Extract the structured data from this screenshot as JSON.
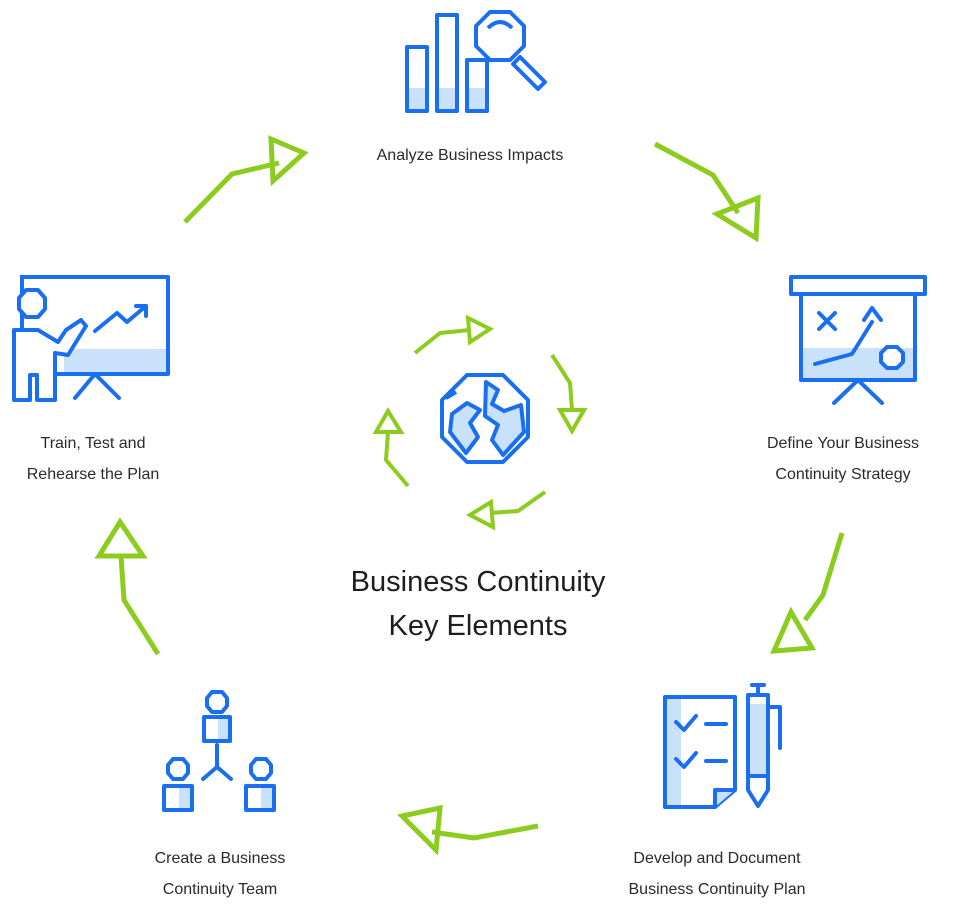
{
  "colors": {
    "icon_blue": "#1a6ff0",
    "icon_fill": "#c9e1fb",
    "arrow_green": "#8ccc1e"
  },
  "center": {
    "line1": "Business Continuity",
    "line2": "Key Elements",
    "icon": "globe-icon"
  },
  "steps": [
    {
      "icon": "bar-chart-magnifier-icon",
      "lines": [
        "Analyze Business Impacts"
      ]
    },
    {
      "icon": "strategy-board-icon",
      "lines": [
        "Define Your Business",
        "Continuity Strategy"
      ]
    },
    {
      "icon": "checklist-pen-icon",
      "lines": [
        "Develop and Document",
        "Business Continuity Plan"
      ]
    },
    {
      "icon": "team-hierarchy-icon",
      "lines": [
        "Create a Business",
        "Continuity Team"
      ]
    },
    {
      "icon": "presentation-trainer-icon",
      "lines": [
        "Train, Test and",
        "Rehearse the Plan"
      ]
    }
  ]
}
